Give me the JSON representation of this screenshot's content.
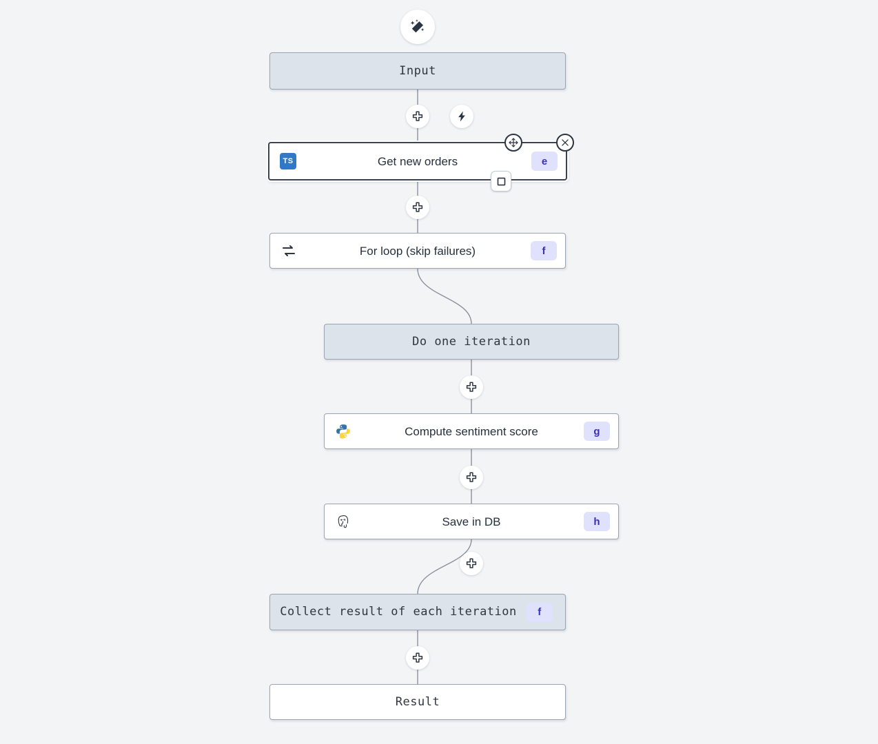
{
  "canvas": {
    "background": "#f3f4f6",
    "accent_badge_bg": "#e0e2fd",
    "accent_badge_fg": "#3730b8",
    "node_gray": "#dde3ea",
    "node_border": "#9aa3b0",
    "selected_border": "#3b4252",
    "edge_color": "#8a919c"
  },
  "toolbar": {
    "ai_button": {
      "icon": "magic-wand-icon",
      "title": "AI"
    }
  },
  "nodes": [
    {
      "id": "input",
      "label": "Input",
      "style": "gray",
      "font": "mono",
      "icon": null,
      "badge": null
    },
    {
      "id": "get_new_orders",
      "label": "Get new orders",
      "style": "white",
      "font": "sans",
      "icon": "typescript-icon",
      "badge": "e",
      "selected": true
    },
    {
      "id": "for_loop",
      "label": "For loop (skip failures)",
      "style": "white",
      "font": "sans",
      "icon": "loop-icon",
      "badge": "f"
    },
    {
      "id": "do_one_iteration",
      "label": "Do one iteration",
      "style": "gray",
      "font": "mono",
      "icon": null,
      "badge": null
    },
    {
      "id": "compute_sentiment",
      "label": "Compute sentiment score",
      "style": "white",
      "font": "sans",
      "icon": "python-icon",
      "badge": "g"
    },
    {
      "id": "save_in_db",
      "label": "Save in DB",
      "style": "white",
      "font": "sans",
      "icon": "postgresql-icon",
      "badge": "h"
    },
    {
      "id": "collect_result",
      "label": "Collect result of each iteration",
      "style": "gray",
      "font": "mono",
      "icon": null,
      "badge": "f"
    },
    {
      "id": "result",
      "label": "Result",
      "style": "white",
      "font": "mono",
      "icon": null,
      "badge": null
    }
  ],
  "controls": {
    "add_step": "add-step-icon",
    "trigger": "lightning-icon",
    "move_handle": "move-icon",
    "close_handle": "close-icon",
    "branch_toggle": "square-icon"
  }
}
